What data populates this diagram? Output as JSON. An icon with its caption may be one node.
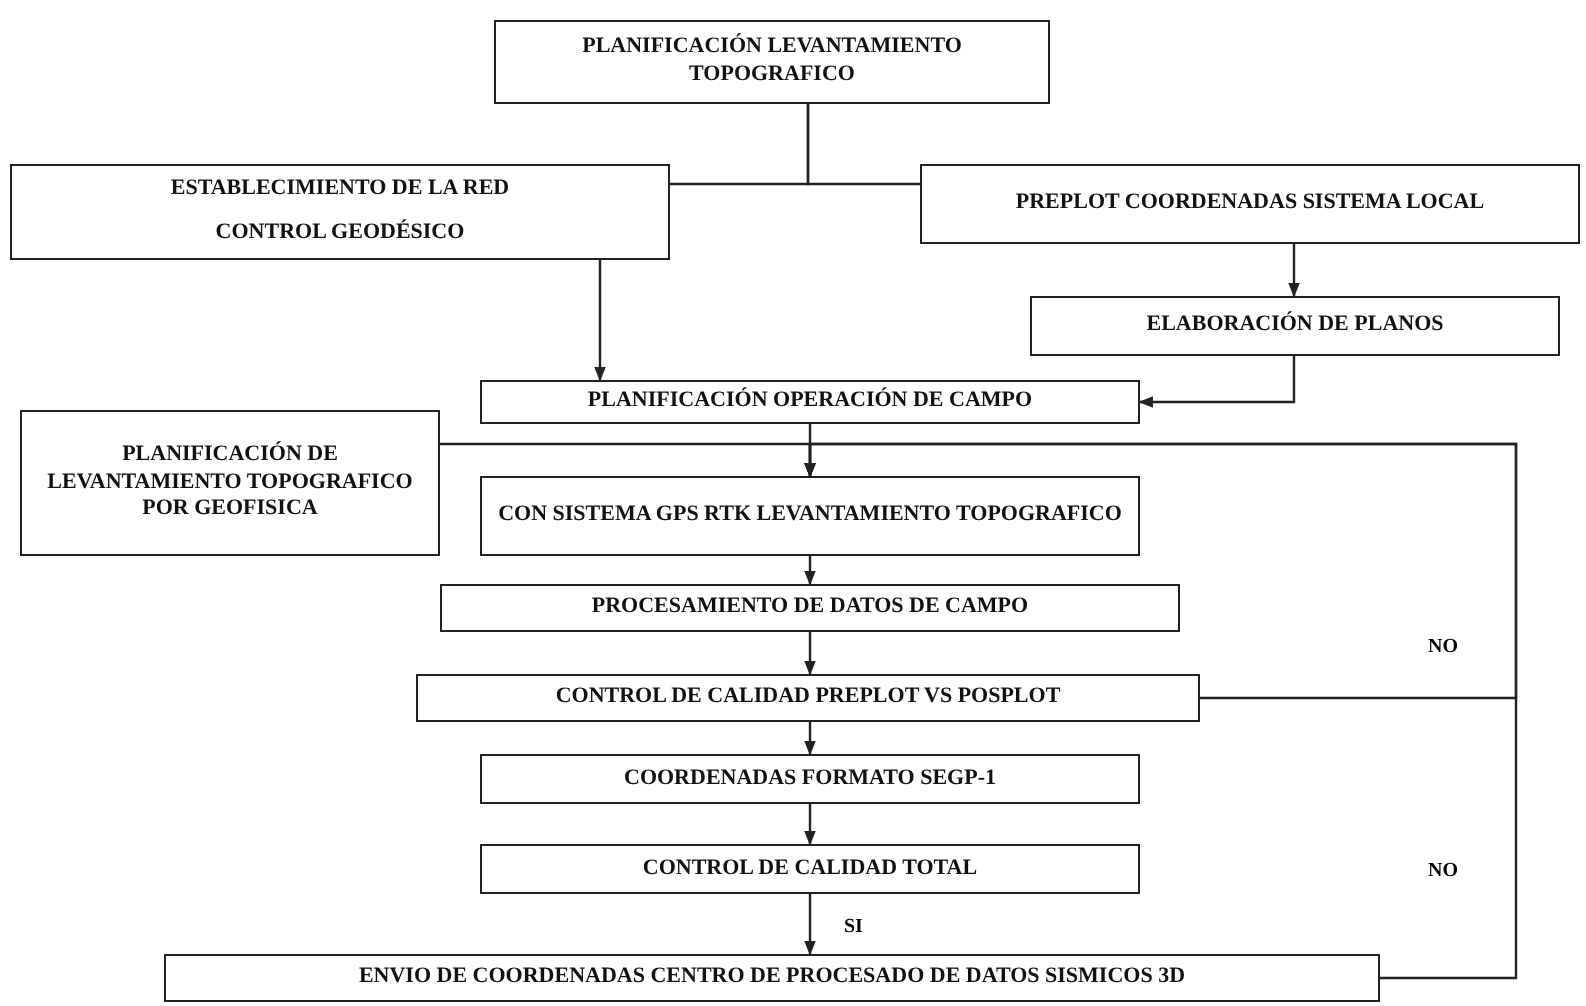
{
  "diagram": {
    "nodes": [
      {
        "text": [
          "PLANIFICACIÓN LEVANTAMIENTO TOPOGRAFICO"
        ]
      },
      {
        "text": [
          "ESTABLECIMIENTO DE LA RED",
          "CONTROL GEODÉSICO"
        ]
      },
      {
        "text": [
          "PREPLOT COORDENADAS SISTEMA LOCAL"
        ]
      },
      {
        "text": [
          "ELABORACIÓN DE PLANOS"
        ]
      },
      {
        "text": [
          "PLANIFICACIÓN OPERACIÓN DE CAMPO"
        ]
      },
      {
        "text": [
          "PLANIFICACIÓN DE LEVANTAMIENTO TOPOGRAFICO POR GEOFISICA"
        ]
      },
      {
        "text": [
          "CON SISTEMA GPS RTK LEVANTAMIENTO TOPOGRAFICO"
        ]
      },
      {
        "text": [
          "PROCESAMIENTO DE DATOS DE CAMPO"
        ]
      },
      {
        "text": [
          "CONTROL DE CALIDAD PREPLOT VS POSPLOT"
        ]
      },
      {
        "text": [
          "COORDENADAS FORMATO SEGP-1"
        ]
      },
      {
        "text": [
          "CONTROL DE CALIDAD TOTAL"
        ]
      },
      {
        "text": [
          "ENVIO DE COORDENADAS CENTRO DE PROCESADO DE DATOS SISMICOS 3D"
        ]
      }
    ],
    "edges": [
      {
        "from": 0,
        "to": 1,
        "arrow": "none"
      },
      {
        "from": 0,
        "to": 2,
        "arrow": "none"
      },
      {
        "from": 2,
        "to": 3,
        "arrow": "to"
      },
      {
        "from": 1,
        "to": 4,
        "arrow": "to"
      },
      {
        "from": 3,
        "to": 4,
        "arrow": "to"
      },
      {
        "from": 4,
        "to": 6,
        "arrow": "to"
      },
      {
        "from": 5,
        "to": 6,
        "arrow": "to"
      },
      {
        "from": 8,
        "to": 6,
        "arrow": "to",
        "label": "NO"
      },
      {
        "from": 11,
        "to": 6,
        "arrow": "to",
        "label": "NO"
      },
      {
        "from": 6,
        "to": 7,
        "arrow": "to"
      },
      {
        "from": 7,
        "to": 8,
        "arrow": "to"
      },
      {
        "from": 8,
        "to": 9,
        "arrow": "to"
      },
      {
        "from": 9,
        "to": 10,
        "arrow": "to"
      },
      {
        "from": 10,
        "to": 11,
        "arrow": "to",
        "label": "SI"
      }
    ]
  }
}
